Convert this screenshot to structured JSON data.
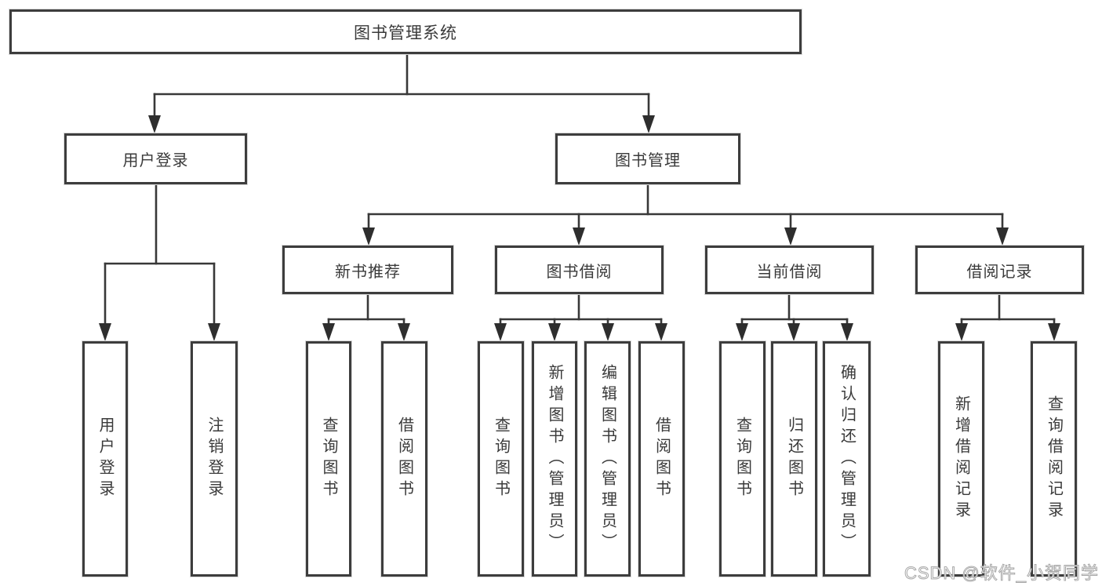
{
  "tree": {
    "root": {
      "label": "图书管理系统"
    },
    "branches": [
      {
        "label": "用户登录",
        "children": [
          {
            "label": "用户登录"
          },
          {
            "label": "注销登录"
          }
        ]
      },
      {
        "label": "图书管理",
        "children": [
          {
            "label": "新书推荐",
            "children": [
              {
                "label": "查询图书"
              },
              {
                "label": "借阅图书"
              }
            ]
          },
          {
            "label": "图书借阅",
            "children": [
              {
                "label": "查询图书"
              },
              {
                "label": "新增图书（管理员）"
              },
              {
                "label": "编辑图书（管理员）"
              },
              {
                "label": "借阅图书"
              }
            ]
          },
          {
            "label": "当前借阅",
            "children": [
              {
                "label": "查询图书"
              },
              {
                "label": "归还图书"
              },
              {
                "label": "确认归还（管理员）"
              }
            ]
          },
          {
            "label": "借阅记录",
            "children": [
              {
                "label": "新增借阅记录"
              },
              {
                "label": "查询借阅记录"
              }
            ]
          }
        ]
      }
    ]
  },
  "watermark": {
    "text": "CSDN @软件_小贺同学"
  },
  "colors": {
    "line": "#383838",
    "arrow": "#2e2e2e",
    "box_border": "#3d3d3d",
    "text": "#3a3a3a",
    "background": "#ffffff",
    "watermark_outline": "#a8a8a8"
  }
}
